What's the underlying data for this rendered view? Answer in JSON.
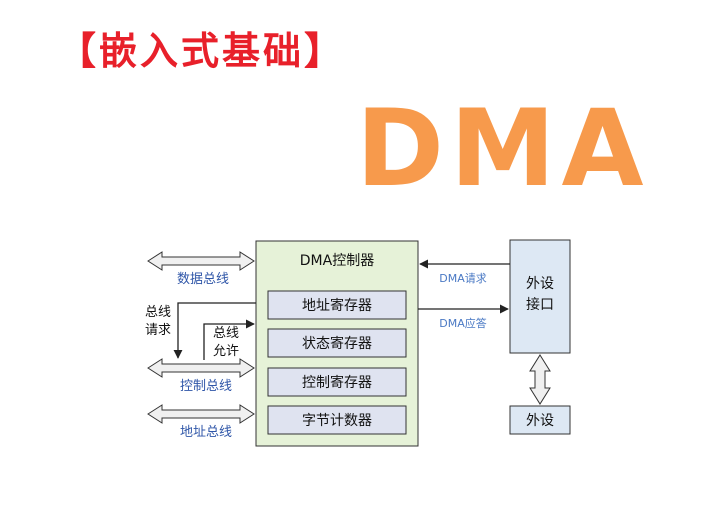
{
  "header": {
    "title": "【嵌入式基础】",
    "hero": "DMA"
  },
  "diagram": {
    "controller_label": "DMA控制器",
    "registers": [
      "地址寄存器",
      "状态寄存器",
      "控制寄存器",
      "字节计数器"
    ],
    "interface_lines": [
      "外设",
      "接口"
    ],
    "peripheral_label": "外设",
    "dma_request": "DMA请求",
    "dma_ack": "DMA应答",
    "bus_request_lines": [
      "总线",
      "请求"
    ],
    "bus_grant_lines": [
      "总线",
      "允许"
    ],
    "data_bus": "数据总线",
    "control_bus": "控制总线",
    "address_bus": "地址总线"
  },
  "colors": {
    "title": "#e8202a",
    "hero": "#f79a4c",
    "controller_fill": "#e6f2d8",
    "register_fill": "#dfe3f0",
    "interface_fill": "#dde8f4",
    "bus_label": "#2f56a8",
    "signal_label": "#4a79c4",
    "arrow_fill": "#f0f0f0",
    "stroke": "#333333"
  }
}
